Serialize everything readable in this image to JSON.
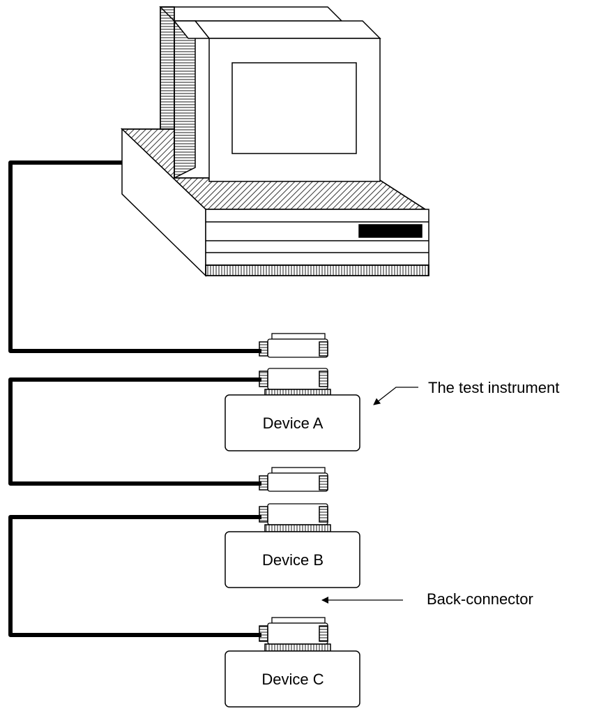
{
  "diagram": {
    "devices": [
      {
        "id": "a",
        "label": "Device A"
      },
      {
        "id": "b",
        "label": "Device B"
      },
      {
        "id": "c",
        "label": "Device C"
      }
    ],
    "callouts": {
      "instrument": "The test instrument",
      "back_connector": "Back-connector"
    },
    "colors": {
      "line": "#000000",
      "background": "#ffffff"
    }
  }
}
